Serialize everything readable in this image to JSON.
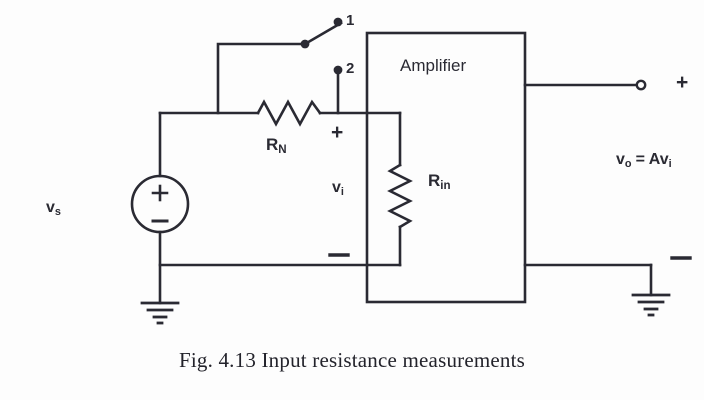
{
  "figure": {
    "caption": "Fig. 4.13  Input resistance measurements",
    "block_label": "Amplifier"
  },
  "labels": {
    "source": {
      "symbol": "v",
      "subscript": "s"
    },
    "series_resistor": {
      "symbol": "R",
      "subscript": "N"
    },
    "input_voltage": {
      "symbol": "v",
      "subscript": "i"
    },
    "input_resistance": {
      "symbol": "R",
      "subscript": "in"
    },
    "output_equation": "vₒ = Avᵢ",
    "output_voltage_symbol": "v",
    "output_voltage_subscript": "o",
    "output_gain_expr": "= Av",
    "output_gain_subscript": "i"
  },
  "terminals": {
    "switch_position_1": "1",
    "switch_position_2": "2",
    "input_polarity_positive": "+",
    "input_polarity_negative": "−",
    "output_polarity_positive": "+",
    "output_polarity_negative": "−",
    "source_polarity_positive": "+",
    "source_polarity_negative": "−"
  },
  "colors": {
    "ink": "#2a2a33",
    "background": "#fdfdfd"
  }
}
